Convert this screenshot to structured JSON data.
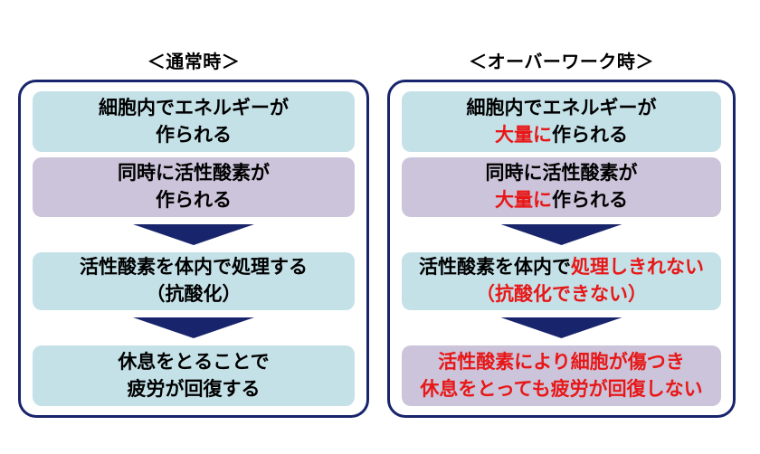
{
  "titles": {
    "left": "＜通常時＞",
    "right": "＜オーバーワーク時＞"
  },
  "colors": {
    "navy": "#18246b",
    "light_blue": "#c4e1e8",
    "light_purple": "#cbc4da",
    "red": "#e81717",
    "text": "#000000",
    "background": "#ffffff"
  },
  "left": {
    "box1": {
      "line1": "細胞内でエネルギーが",
      "line2": "作られる"
    },
    "box2": {
      "line1": "同時に活性酸素が",
      "line2": "作られる"
    },
    "box3": {
      "line1": "活性酸素を体内で処理する",
      "line2": "（抗酸化）"
    },
    "box4": {
      "line1": "休息をとることで",
      "line2": "疲労が回復する"
    }
  },
  "right": {
    "box1": {
      "line1": "細胞内でエネルギーが",
      "line2_red": "大量に",
      "line2_rest": "作られる"
    },
    "box2": {
      "line1": "同時に活性酸素が",
      "line2_red": "大量に",
      "line2_rest": "作られる"
    },
    "box3": {
      "line1_black": "活性酸素を体内で",
      "line1_red": "処理しきれない",
      "line2_red": "（抗酸化できない）"
    },
    "box4": {
      "line1_red": "活性酸素により細胞が傷つき",
      "line2_red": "休息をとっても疲労が回復しない"
    }
  }
}
